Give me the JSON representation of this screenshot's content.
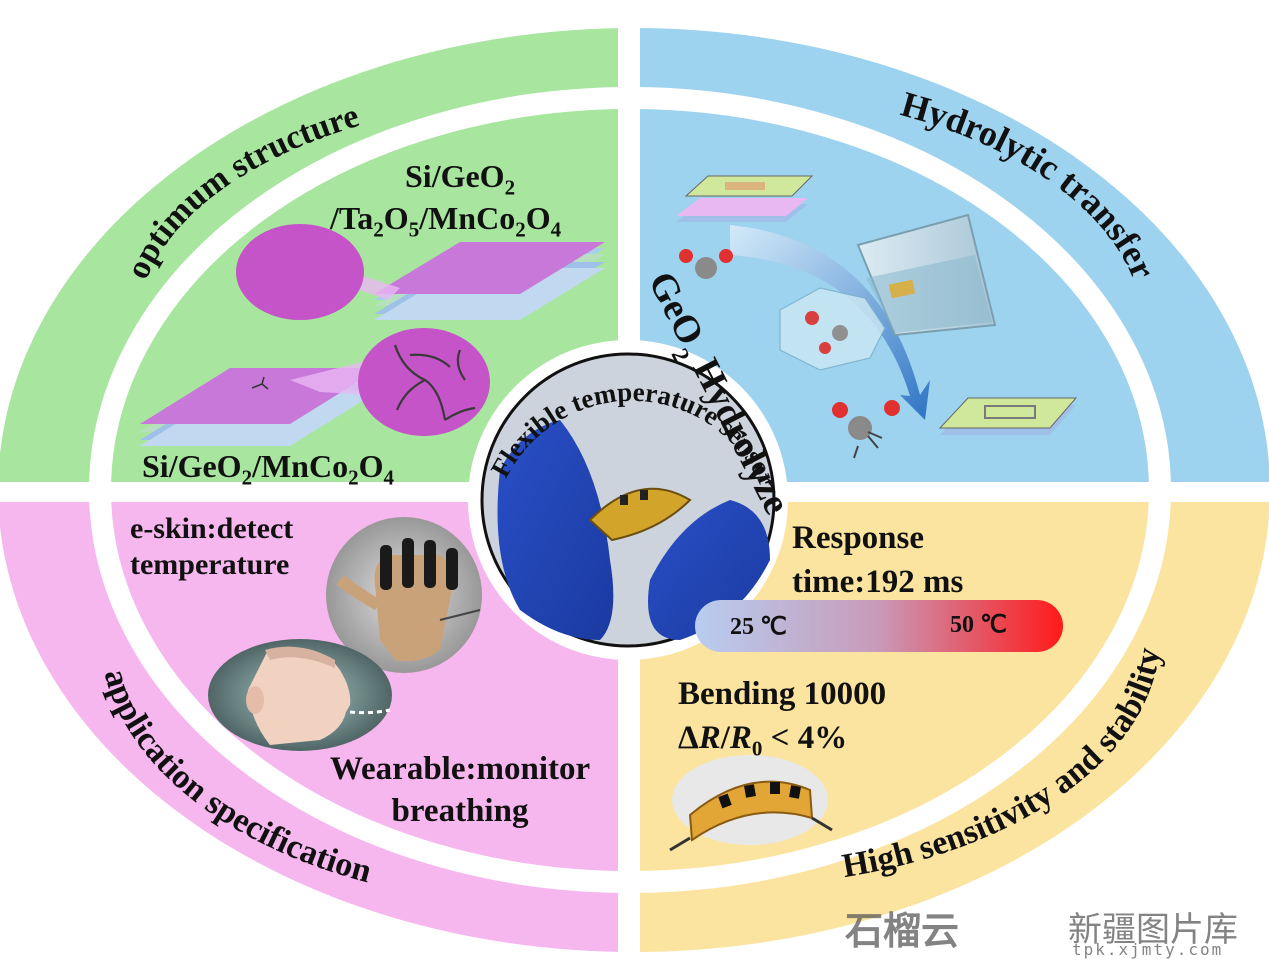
{
  "colors": {
    "green": "#a8e6a0",
    "blue": "#9dd3ef",
    "pink": "#f6b6ee",
    "yellow": "#fbe3a0",
    "purple": "#c878d8",
    "gradient_start": "#b8cdf0",
    "gradient_end": "#ff1a1a"
  },
  "quadrants": {
    "top_left": {
      "title": "optimum structure",
      "stack_top_parts": [
        "Si/GeO",
        "2",
        "/Ta",
        "2",
        "O",
        "5",
        "/MnCo",
        "2",
        "O",
        "4"
      ],
      "stack_bottom_parts": [
        "Si/GeO",
        "2",
        "/MnCo",
        "2",
        "O",
        "4"
      ]
    },
    "top_right": {
      "title": "Hydrolytic transfer",
      "process_parts": [
        "GeO",
        "2",
        " Hydrolyze"
      ]
    },
    "bottom_left": {
      "title": "application specification",
      "eskin_line1": "e-skin:detect",
      "eskin_line2": "temperature",
      "wearable_line1": "Wearable:monitor",
      "wearable_line2": "breathing"
    },
    "bottom_right": {
      "title": "High sensitivity and stability",
      "response_line1": "Response",
      "response_line2": "time:192 ms",
      "temp_low": "25 ℃",
      "temp_high": "50 ℃",
      "bending_line1": "Bending 10000",
      "bending_parts": [
        "Δ",
        "R",
        "/",
        "R",
        "0",
        " < 4%"
      ]
    }
  },
  "center": {
    "title": "Flexible temperature sensor"
  },
  "watermark": {
    "brand": "石榴云",
    "name": "新疆图片库",
    "url": "tpk.xjmty.com"
  }
}
